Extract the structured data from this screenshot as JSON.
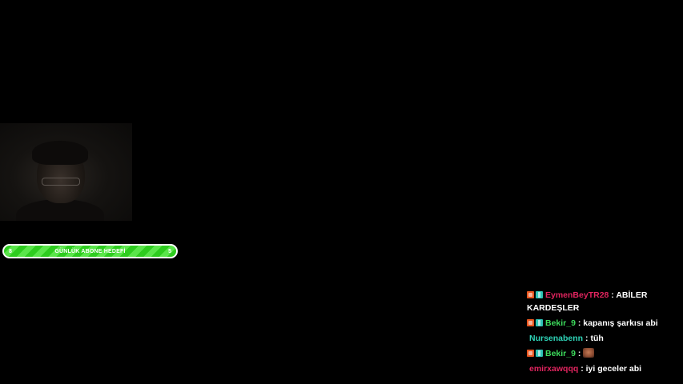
{
  "goal": {
    "title": "GÜNLÜK ABONE HEDEFİ",
    "current": "8",
    "target": "5"
  },
  "colors": {
    "goal_green": "#2ecc1f",
    "user_red": "#e0245e",
    "user_green": "#3ddc5c",
    "user_teal": "#2ed3b7"
  },
  "chat": [
    {
      "user": "EymenBeyTR28",
      "user_color": "#e0245e",
      "badges": [
        "mod-badge-icon",
        "sub-badge-icon"
      ],
      "text": "ABİLER KARDEŞLER",
      "emote": false
    },
    {
      "user": "Bekir_9",
      "user_color": "#3ddc5c",
      "badges": [
        "mod-badge-icon",
        "sub-badge-icon"
      ],
      "text": "kapanış şarkısı abi",
      "emote": false
    },
    {
      "user": "Nursenabenn",
      "user_color": "#2ed3b7",
      "badges": [],
      "text": "tüh",
      "emote": false
    },
    {
      "user": "Bekir_9",
      "user_color": "#3ddc5c",
      "badges": [
        "mod-badge-icon",
        "sub-badge-icon"
      ],
      "text": "",
      "emote": true
    },
    {
      "user": "emirxawqqq",
      "user_color": "#e0245e",
      "badges": [],
      "text": "iyi geceler abi",
      "emote": false
    }
  ],
  "separator": ":"
}
